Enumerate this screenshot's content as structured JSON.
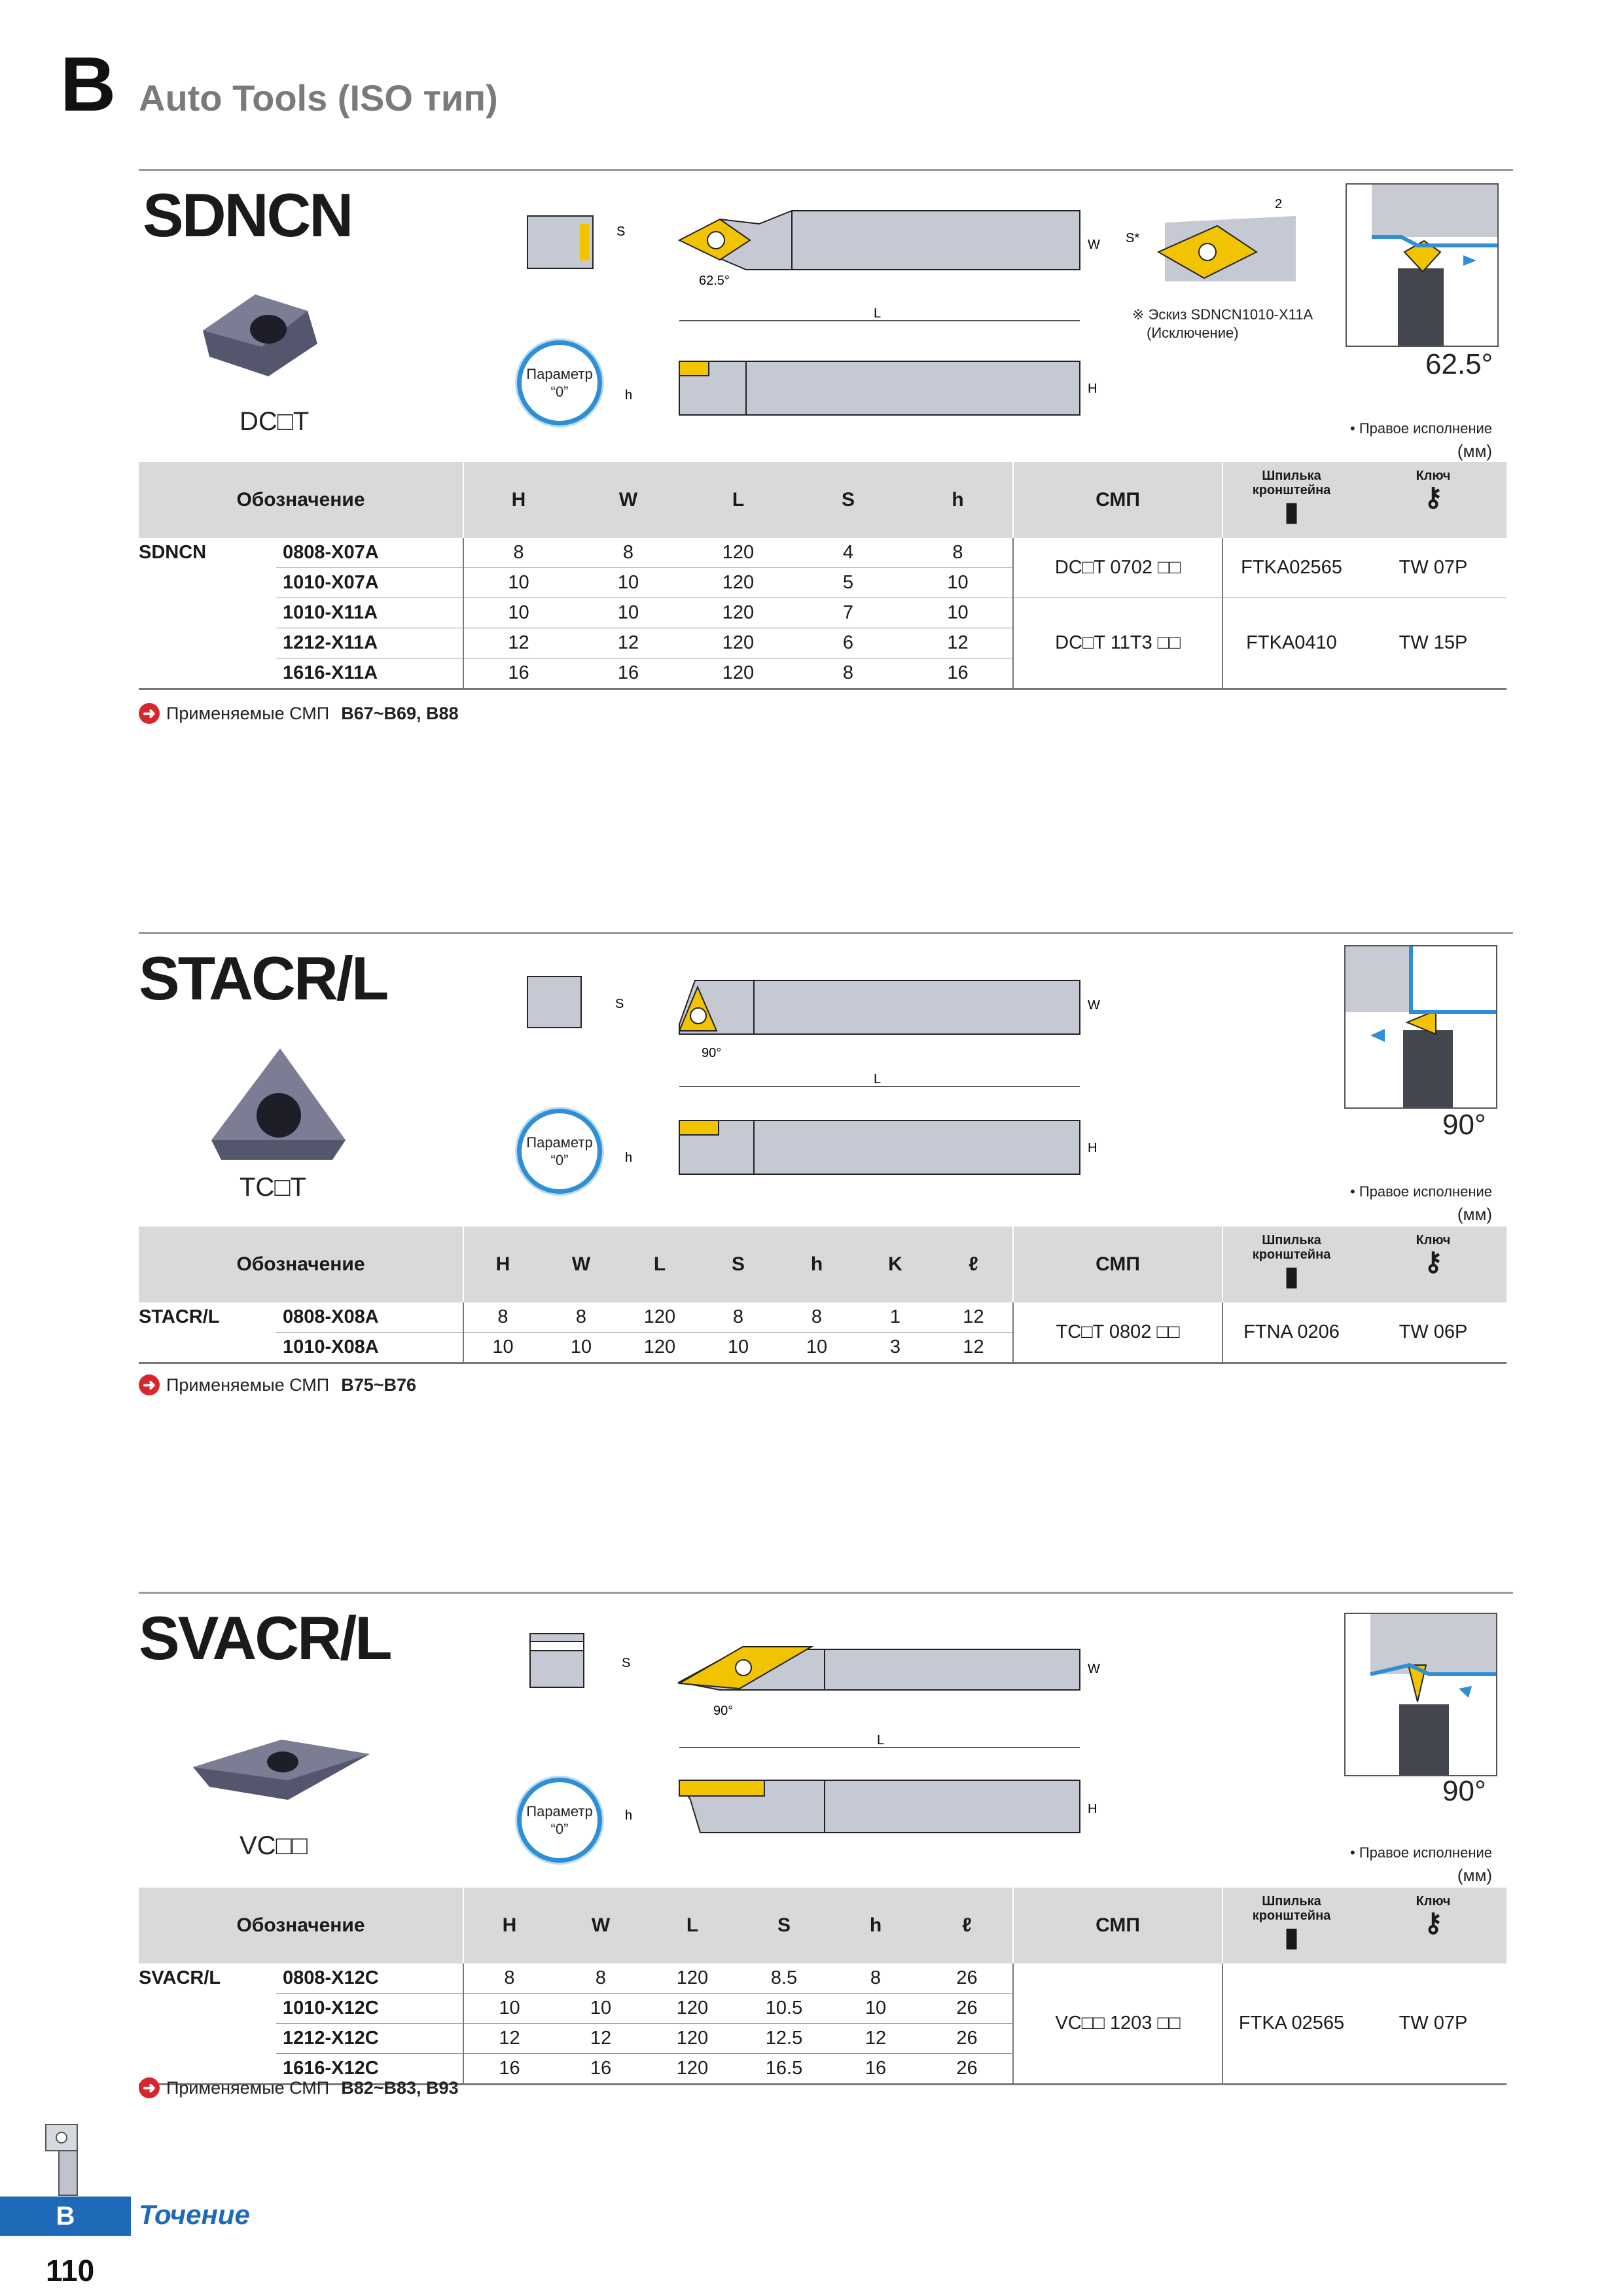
{
  "header": {
    "letter": "B",
    "title": "Auto Tools (ISO тип)"
  },
  "common": {
    "badge_line1": "Параметр",
    "badge_line2": "“0”",
    "right_hand_note": "• Правое исполнение",
    "unit": "(мм)",
    "col_designation": "Обозначение",
    "col_insert": "СМП",
    "col_pin": "Шпилька кронштейна",
    "col_key": "Ключ",
    "applied_label": "Применяемые СМП"
  },
  "sections": [
    {
      "title": "SDNCN",
      "insert_label": "DC□T",
      "angle": "62.5°",
      "note_line1": "※ Эскиз SDNCN1010-X11A",
      "note_line2": "(Исключение)",
      "dim_angle": "62.5°",
      "columns": [
        "H",
        "W",
        "L",
        "S",
        "h"
      ],
      "model": "SDNCN",
      "rows": [
        {
          "code": "0808-X07A",
          "vals": [
            "8",
            "8",
            "120",
            "4",
            "8"
          ]
        },
        {
          "code": "1010-X07A",
          "vals": [
            "10",
            "10",
            "120",
            "5",
            "10"
          ]
        },
        {
          "code": "1010-X11A",
          "vals": [
            "10",
            "10",
            "120",
            "7",
            "10"
          ]
        },
        {
          "code": "1212-X11A",
          "vals": [
            "12",
            "12",
            "120",
            "6",
            "12"
          ]
        },
        {
          "code": "1616-X11A",
          "vals": [
            "16",
            "16",
            "120",
            "8",
            "16"
          ]
        }
      ],
      "groups": [
        {
          "rows": 2,
          "insert": "DC□T 0702 □□",
          "pin": "FTKA02565",
          "key": "TW 07P"
        },
        {
          "rows": 3,
          "insert": "DC□T 11T3 □□",
          "pin": "FTKA0410",
          "key": "TW 15P"
        }
      ],
      "applied_pages": "B67~B69, B88"
    },
    {
      "title": "STACR/L",
      "insert_label": "TC□T",
      "angle": "90°",
      "dim_angle": "90°",
      "columns": [
        "H",
        "W",
        "L",
        "S",
        "h",
        "K",
        "ℓ"
      ],
      "model": "STACR/L",
      "rows": [
        {
          "code": "0808-X08A",
          "vals": [
            "8",
            "8",
            "120",
            "8",
            "8",
            "1",
            "12"
          ]
        },
        {
          "code": "1010-X08A",
          "vals": [
            "10",
            "10",
            "120",
            "10",
            "10",
            "3",
            "12"
          ]
        }
      ],
      "groups": [
        {
          "rows": 2,
          "insert": "TC□T 0802 □□",
          "pin": "FTNA 0206",
          "key": "TW 06P"
        }
      ],
      "applied_pages": "B75~B76"
    },
    {
      "title": "SVACR/L",
      "insert_label": "VC□□",
      "angle": "90°",
      "dim_angle": "90°",
      "columns": [
        "H",
        "W",
        "L",
        "S",
        "h",
        "ℓ"
      ],
      "model": "SVACR/L",
      "rows": [
        {
          "code": "0808-X12C",
          "vals": [
            "8",
            "8",
            "120",
            "8.5",
            "8",
            "26"
          ]
        },
        {
          "code": "1010-X12C",
          "vals": [
            "10",
            "10",
            "120",
            "10.5",
            "10",
            "26"
          ]
        },
        {
          "code": "1212-X12C",
          "vals": [
            "12",
            "12",
            "120",
            "12.5",
            "12",
            "26"
          ]
        },
        {
          "code": "1616-X12C",
          "vals": [
            "16",
            "16",
            "120",
            "16.5",
            "16",
            "26"
          ]
        }
      ],
      "groups": [
        {
          "rows": 4,
          "insert": "VC□□ 1203 □□",
          "pin": "FTKA 02565",
          "key": "TW 07P"
        }
      ],
      "applied_pages": "B82~B83, B93"
    }
  ],
  "footer": {
    "tab_letter": "B",
    "section": "Точение",
    "page": "110"
  },
  "colors": {
    "accent_blue": "#1f6ab8",
    "badge_blue": "#2e8fd6",
    "insert_gold": "#f2c300",
    "header_grey": "#d9d9d9"
  }
}
